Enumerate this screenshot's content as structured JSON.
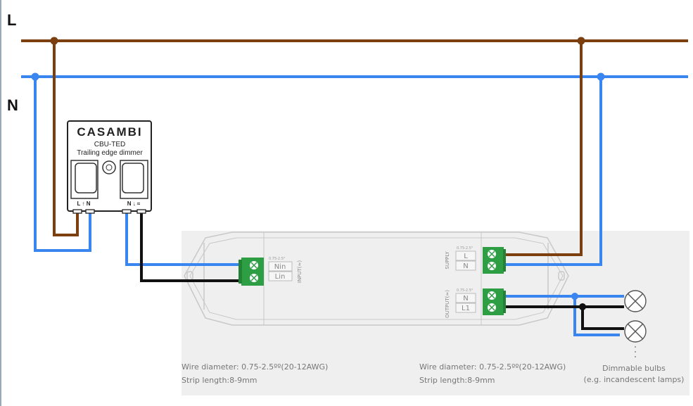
{
  "bus": {
    "line_label": "L",
    "neutral_label": "N"
  },
  "dimmer": {
    "brand": "CASAMBI",
    "model": "CBU-TED",
    "description": "Trailing edge dimmer",
    "terminals_left": "L ↑ N",
    "terminals_right": "N ↓ ≈"
  },
  "driver": {
    "input": {
      "gauge": "0.75-2.5°",
      "terminal_1": "Nin",
      "terminal_2": "Lin",
      "label": "INPUT(≈)"
    },
    "supply": {
      "gauge": "0.75-2.5°",
      "terminal_1": "L",
      "terminal_2": "N",
      "label": "SUPPLY"
    },
    "output": {
      "gauge": "0.75-2.5°",
      "terminal_1": "N",
      "terminal_2": "L1",
      "label": "OUTPUT(≈)"
    }
  },
  "notes": {
    "left_wire": "Wire diameter: 0.75-2.5ºº(20-12AWG)",
    "left_strip": "Strip length:8-9mm",
    "right_wire": "Wire diameter: 0.75-2.5ºº(20-12AWG)",
    "right_strip": "Strip length:8-9mm",
    "bulbs_1": "Dimmable bulbs",
    "bulbs_2": "(e.g. incandescent lamps)"
  },
  "colors": {
    "line": "#7b3f10",
    "neutral": "#3a86f0",
    "switched": "#111111",
    "terminal": "#2e9e45",
    "panel": "#efeff0"
  }
}
